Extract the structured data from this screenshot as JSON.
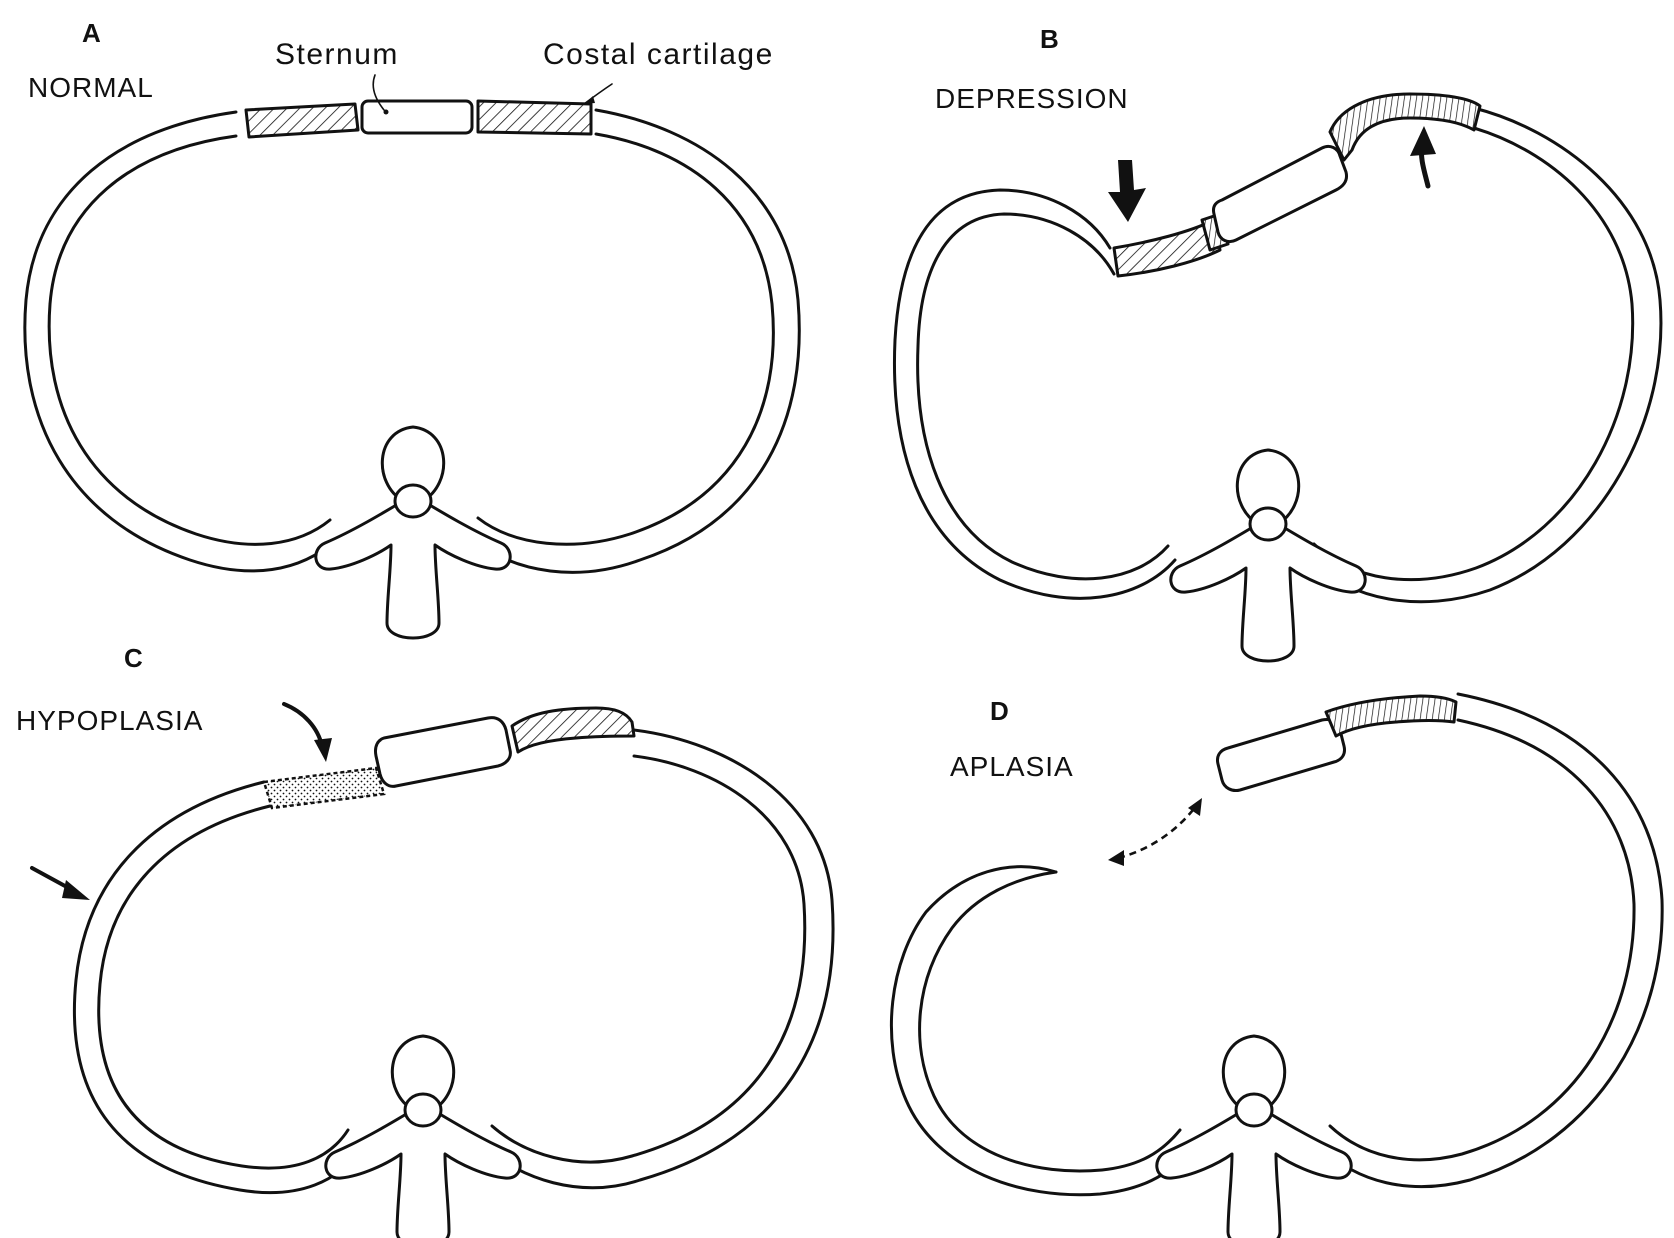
{
  "panels": {
    "a": {
      "letter": "A",
      "caption": "NORMAL"
    },
    "b": {
      "letter": "B",
      "caption": "DEPRESSION"
    },
    "c": {
      "letter": "C",
      "caption": "HYPOPLASIA"
    },
    "d": {
      "letter": "D",
      "caption": "APLASIA"
    }
  },
  "annotations": {
    "sternum": "Sternum",
    "costal_cartilage": "Costal cartilage"
  },
  "icons": {
    "pointer_arrow": "arrow-icon",
    "bidirectional_arrow": "double-arrow-icon"
  }
}
